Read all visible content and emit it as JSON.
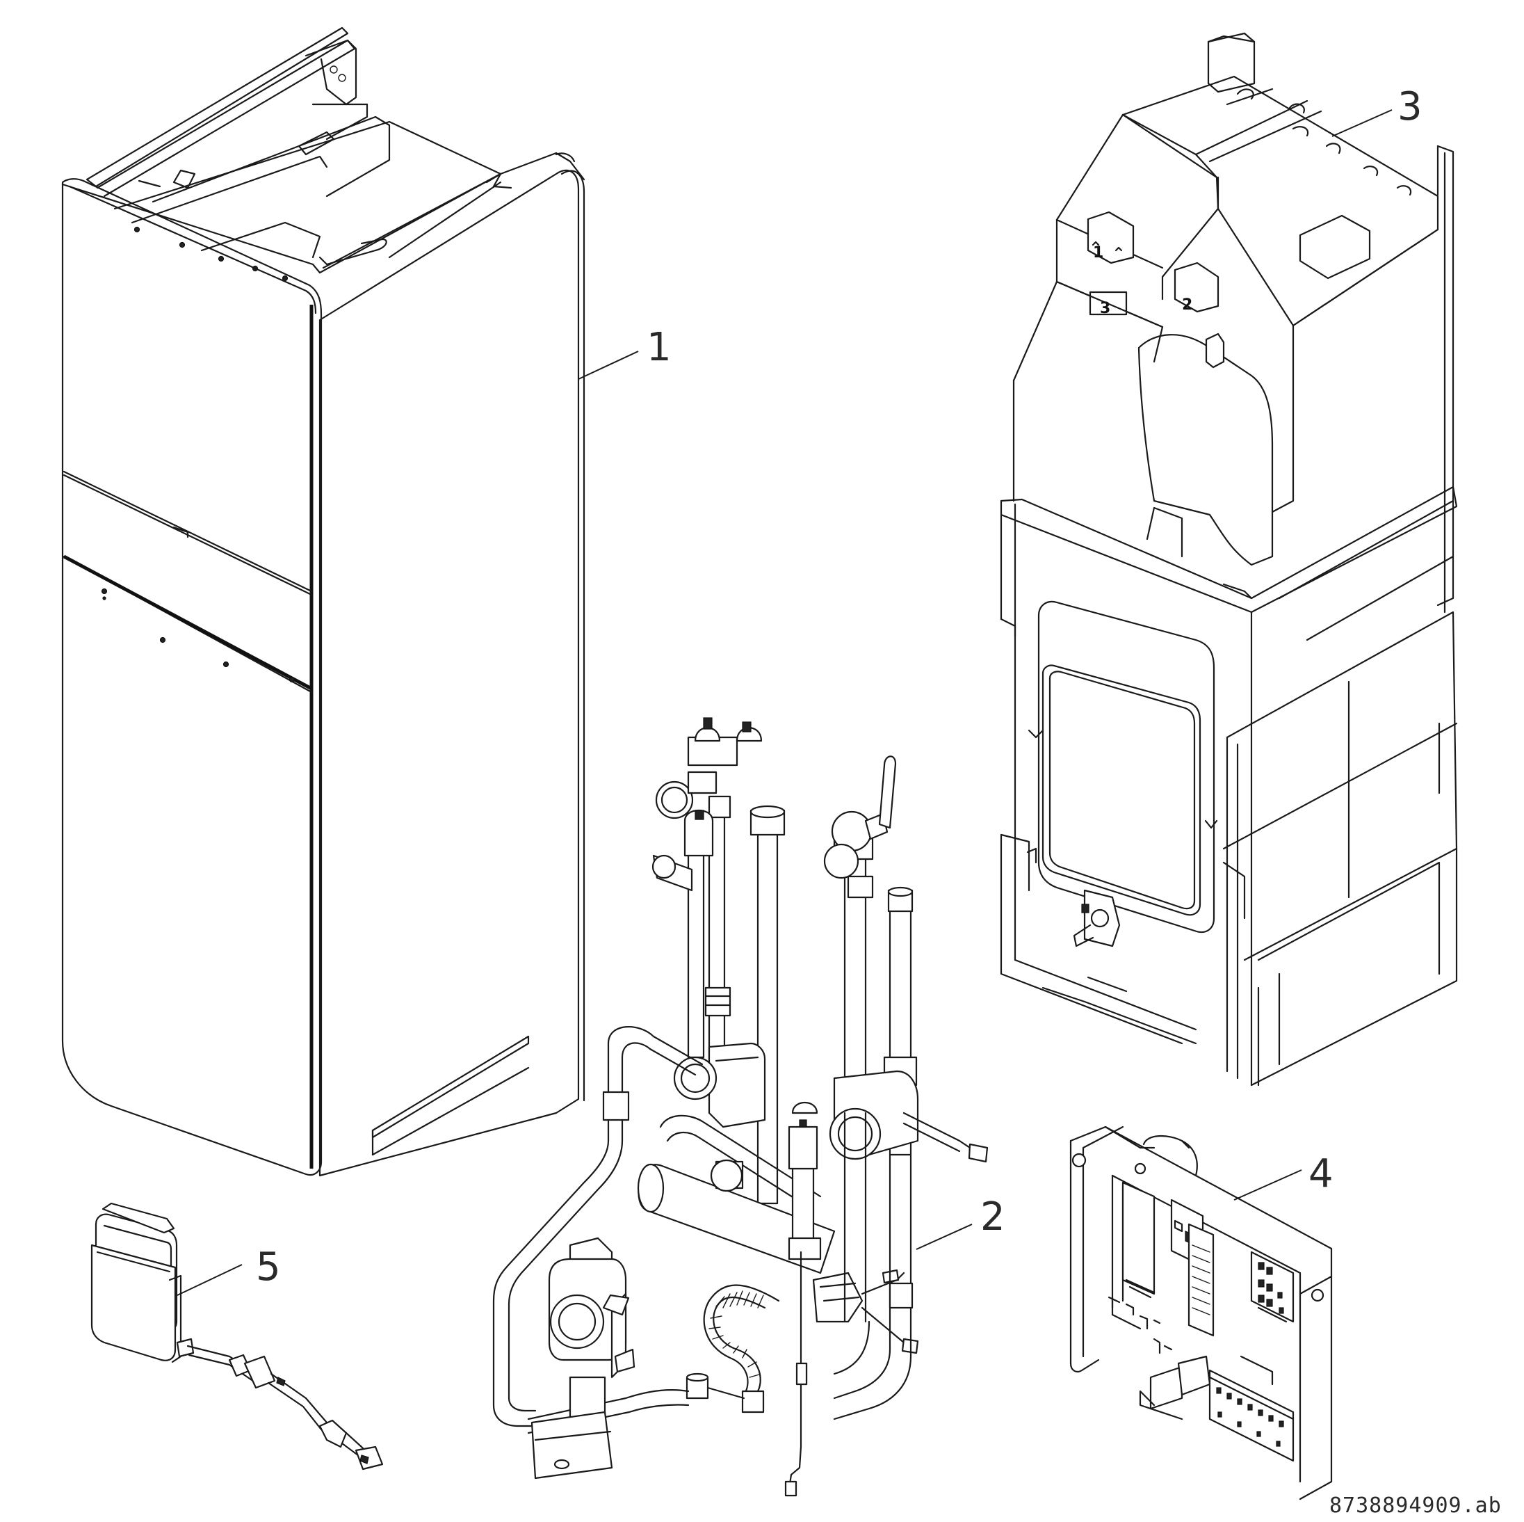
{
  "callouts": [
    {
      "id": "casing",
      "label": "1"
    },
    {
      "id": "hydraulic",
      "label": "2"
    },
    {
      "id": "tank",
      "label": "3"
    },
    {
      "id": "control-board",
      "label": "4"
    },
    {
      "id": "control-unit",
      "label": "5"
    }
  ],
  "tank_marks": [
    "1",
    "2",
    "3"
  ],
  "document_number": "8738894909.ab"
}
